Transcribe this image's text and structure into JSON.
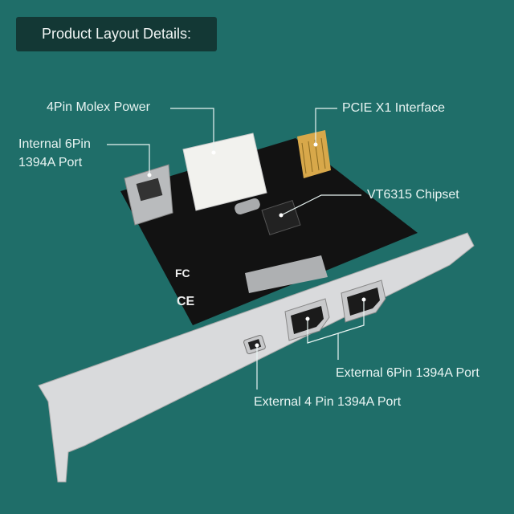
{
  "title": "Product Layout Details:",
  "labels": {
    "molex": "4Pin Molex Power",
    "internal_line1": "Internal 6Pin",
    "internal_line2": "1394A Port",
    "pcie": "PCIE X1 Interface",
    "chipset": "VT6315 Chipset",
    "external6": "External 6Pin 1394A Port",
    "external4": "External 4 Pin 1394A Port"
  },
  "colors": {
    "background": "#1f6e69",
    "title_box": "#133835",
    "pcb": "#111111",
    "bracket": "#d9dadc",
    "gold": "#d8a84a"
  }
}
